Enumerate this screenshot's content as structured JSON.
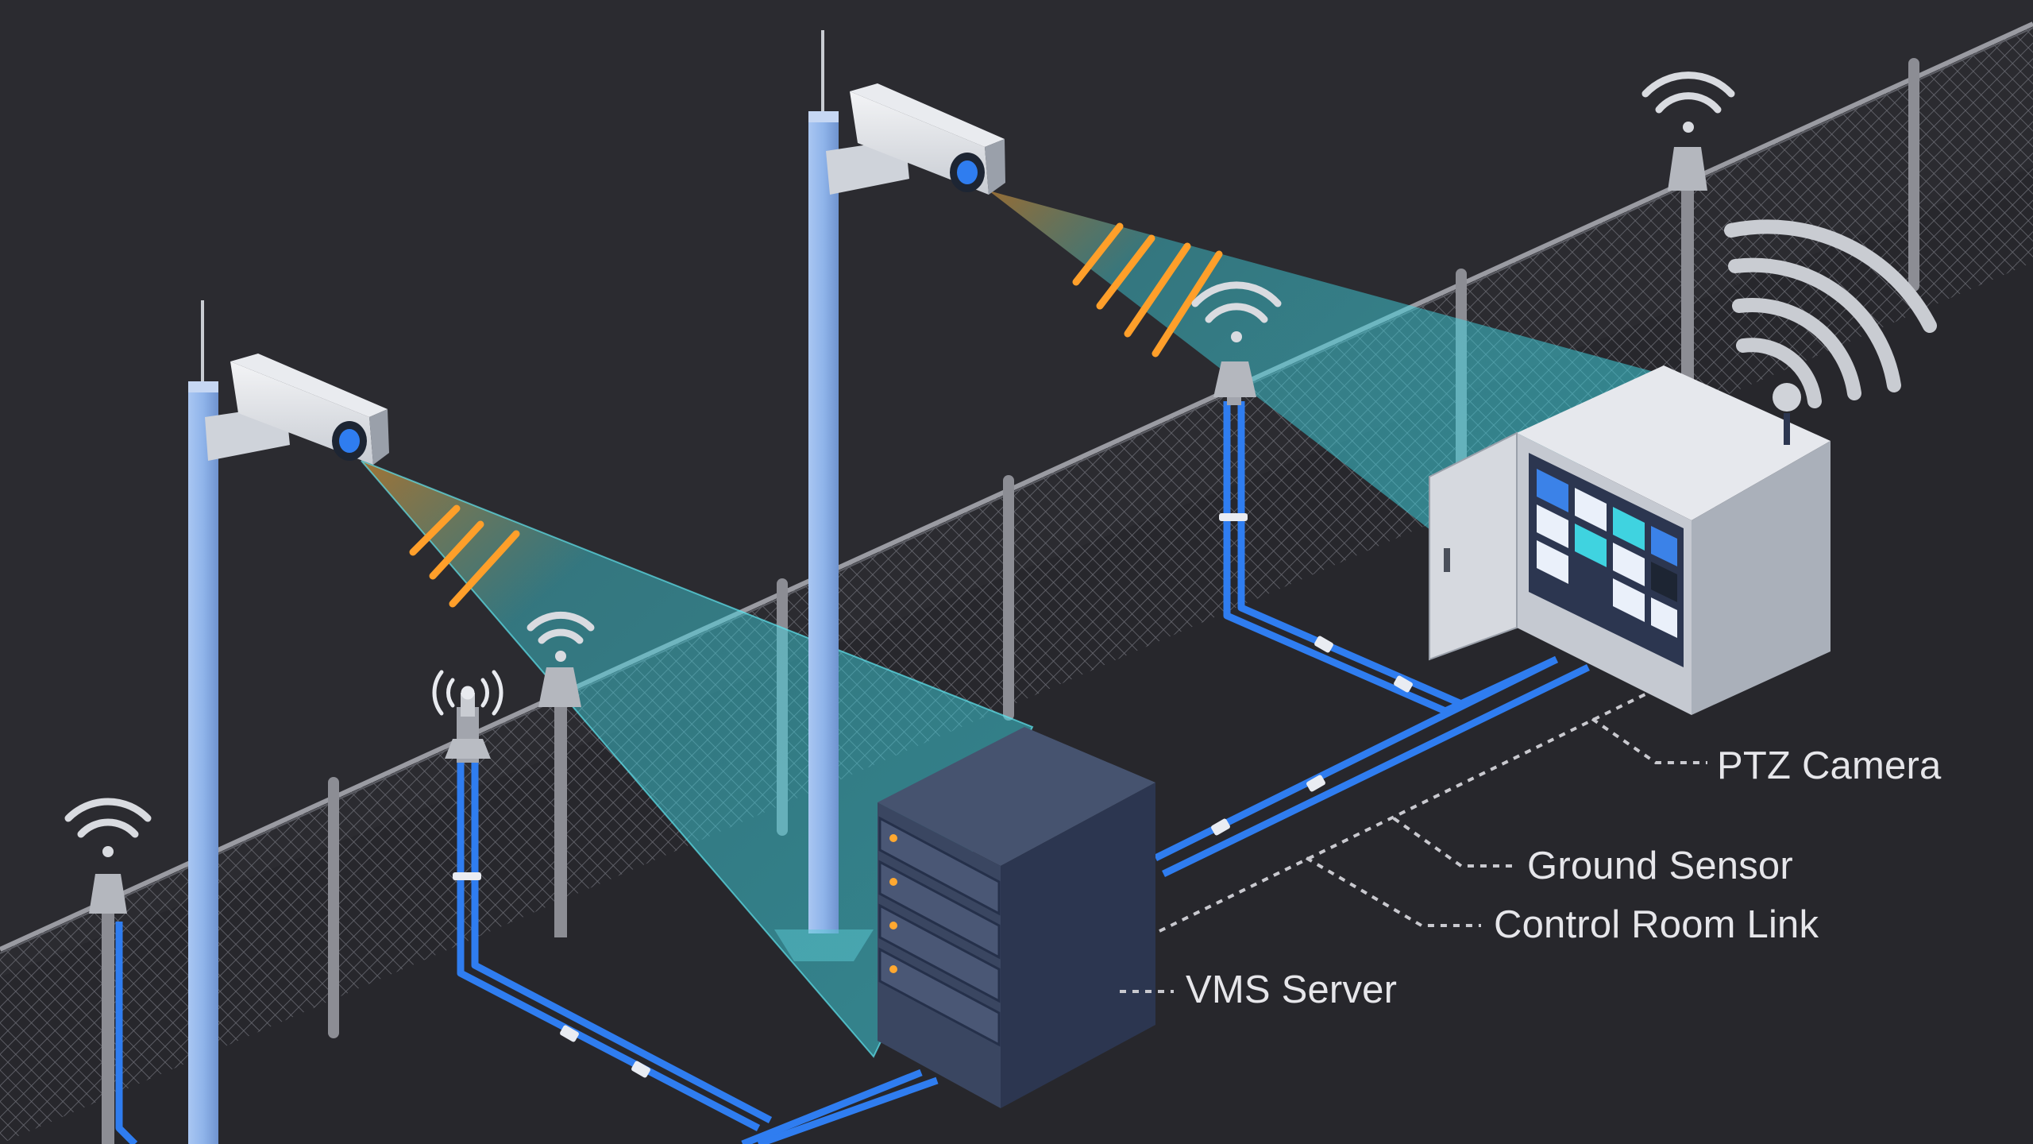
{
  "labels": {
    "ptz_camera": "PTZ Camera",
    "ground_sensor": "Ground Sensor",
    "control_room_link": "Control Room Link",
    "vms_server": "VMS Server"
  },
  "colors": {
    "background": "#2b2b30",
    "cable": "#2f7df0",
    "fov_cone": "#3fd3e0",
    "warning_stripes": "#ff9f2a",
    "pole": "#8fb4ea",
    "server_body": "#3a4661",
    "cabinet_body": "#d9dce3",
    "label_text": "#e6e6ea",
    "leader_line": "#c9c9cf"
  },
  "icons": [
    "wifi-signal-icon",
    "radio-broadcast-icon",
    "cctv-camera-icon",
    "server-rack-icon",
    "control-cabinet-icon"
  ]
}
